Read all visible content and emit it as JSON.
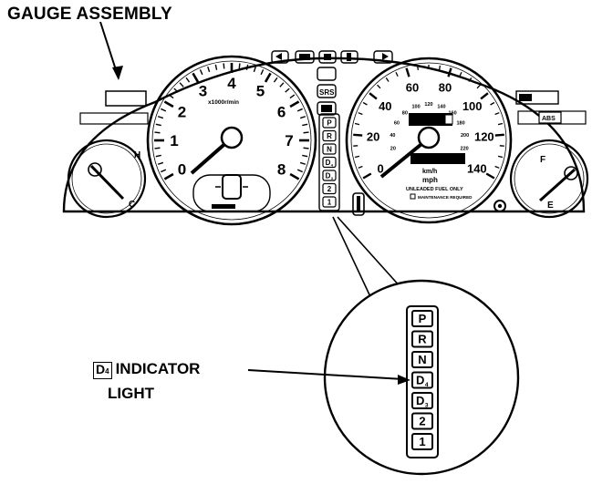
{
  "labels": {
    "title": "GAUGE ASSEMBLY",
    "d4_badge_main": "D",
    "d4_badge_sub": "4",
    "d4_text": "INDICATOR",
    "d4_text2": "LIGHT"
  },
  "tachometer": {
    "numerals": [
      "0",
      "1",
      "2",
      "3",
      "4",
      "5",
      "6",
      "7",
      "8"
    ],
    "unit": "x1000r/min"
  },
  "speedometer": {
    "mph": [
      "0",
      "20",
      "40",
      "60",
      "80",
      "100",
      "120",
      "140"
    ],
    "kmh": [
      "20",
      "40",
      "60",
      "80",
      "100",
      "120",
      "140",
      "160",
      "180",
      "200",
      "220"
    ],
    "units_top": "km/h",
    "units_bottom": "mph",
    "sub_label": "UNLEADED FUEL ONLY",
    "maintenance": "MAINTENANCE REQUIRED"
  },
  "temp_gauge": {
    "h": "H",
    "c": "C"
  },
  "fuel_gauge": {
    "f": "F",
    "e": "E"
  },
  "warning_lights": {
    "srs": "SRS",
    "abs": "ABS"
  },
  "gear_indicators": [
    "P",
    "R",
    "N",
    "D4",
    "D3",
    "2",
    "1"
  ]
}
